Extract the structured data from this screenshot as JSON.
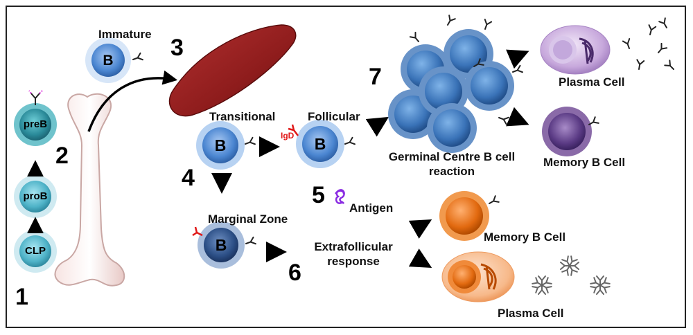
{
  "numbers": [
    "1",
    "2",
    "3",
    "4",
    "5",
    "6",
    "7"
  ],
  "cells": {
    "clp": "CLP",
    "prob": "proB",
    "preb": "preB",
    "immature_b": "B",
    "transitional_b": "B",
    "follicular_b": "B",
    "marginal_b": "B"
  },
  "labels": {
    "immature": "Immature",
    "transitional": "Transitional",
    "follicular": "Follicular",
    "igd": "IgD",
    "marginal_zone": "Marginal Zone",
    "antigen": "Antigen",
    "extrafollicular": "Extrafollicular response",
    "germinal_centre": "Germinal Centre B cell reaction",
    "plasma_cell_top": "Plasma Cell",
    "memory_b_top": "Memory B Cell",
    "memory_b_bottom": "Memory B Cell",
    "plasma_cell_bottom": "Plasma Cell"
  },
  "colors": {
    "progenitor": "#4fb3c8",
    "b_cell": "#3f7fcf",
    "marginal": "#2c4f86",
    "germinal": "#3a73b8",
    "plasma_top": "#8b63b0",
    "memory_top": "#5a3a84",
    "memory_bottom": "#e26a10",
    "spleen": "#8e1c1c",
    "receptor_red": "#e01818",
    "antigen": "#8a2be2"
  }
}
